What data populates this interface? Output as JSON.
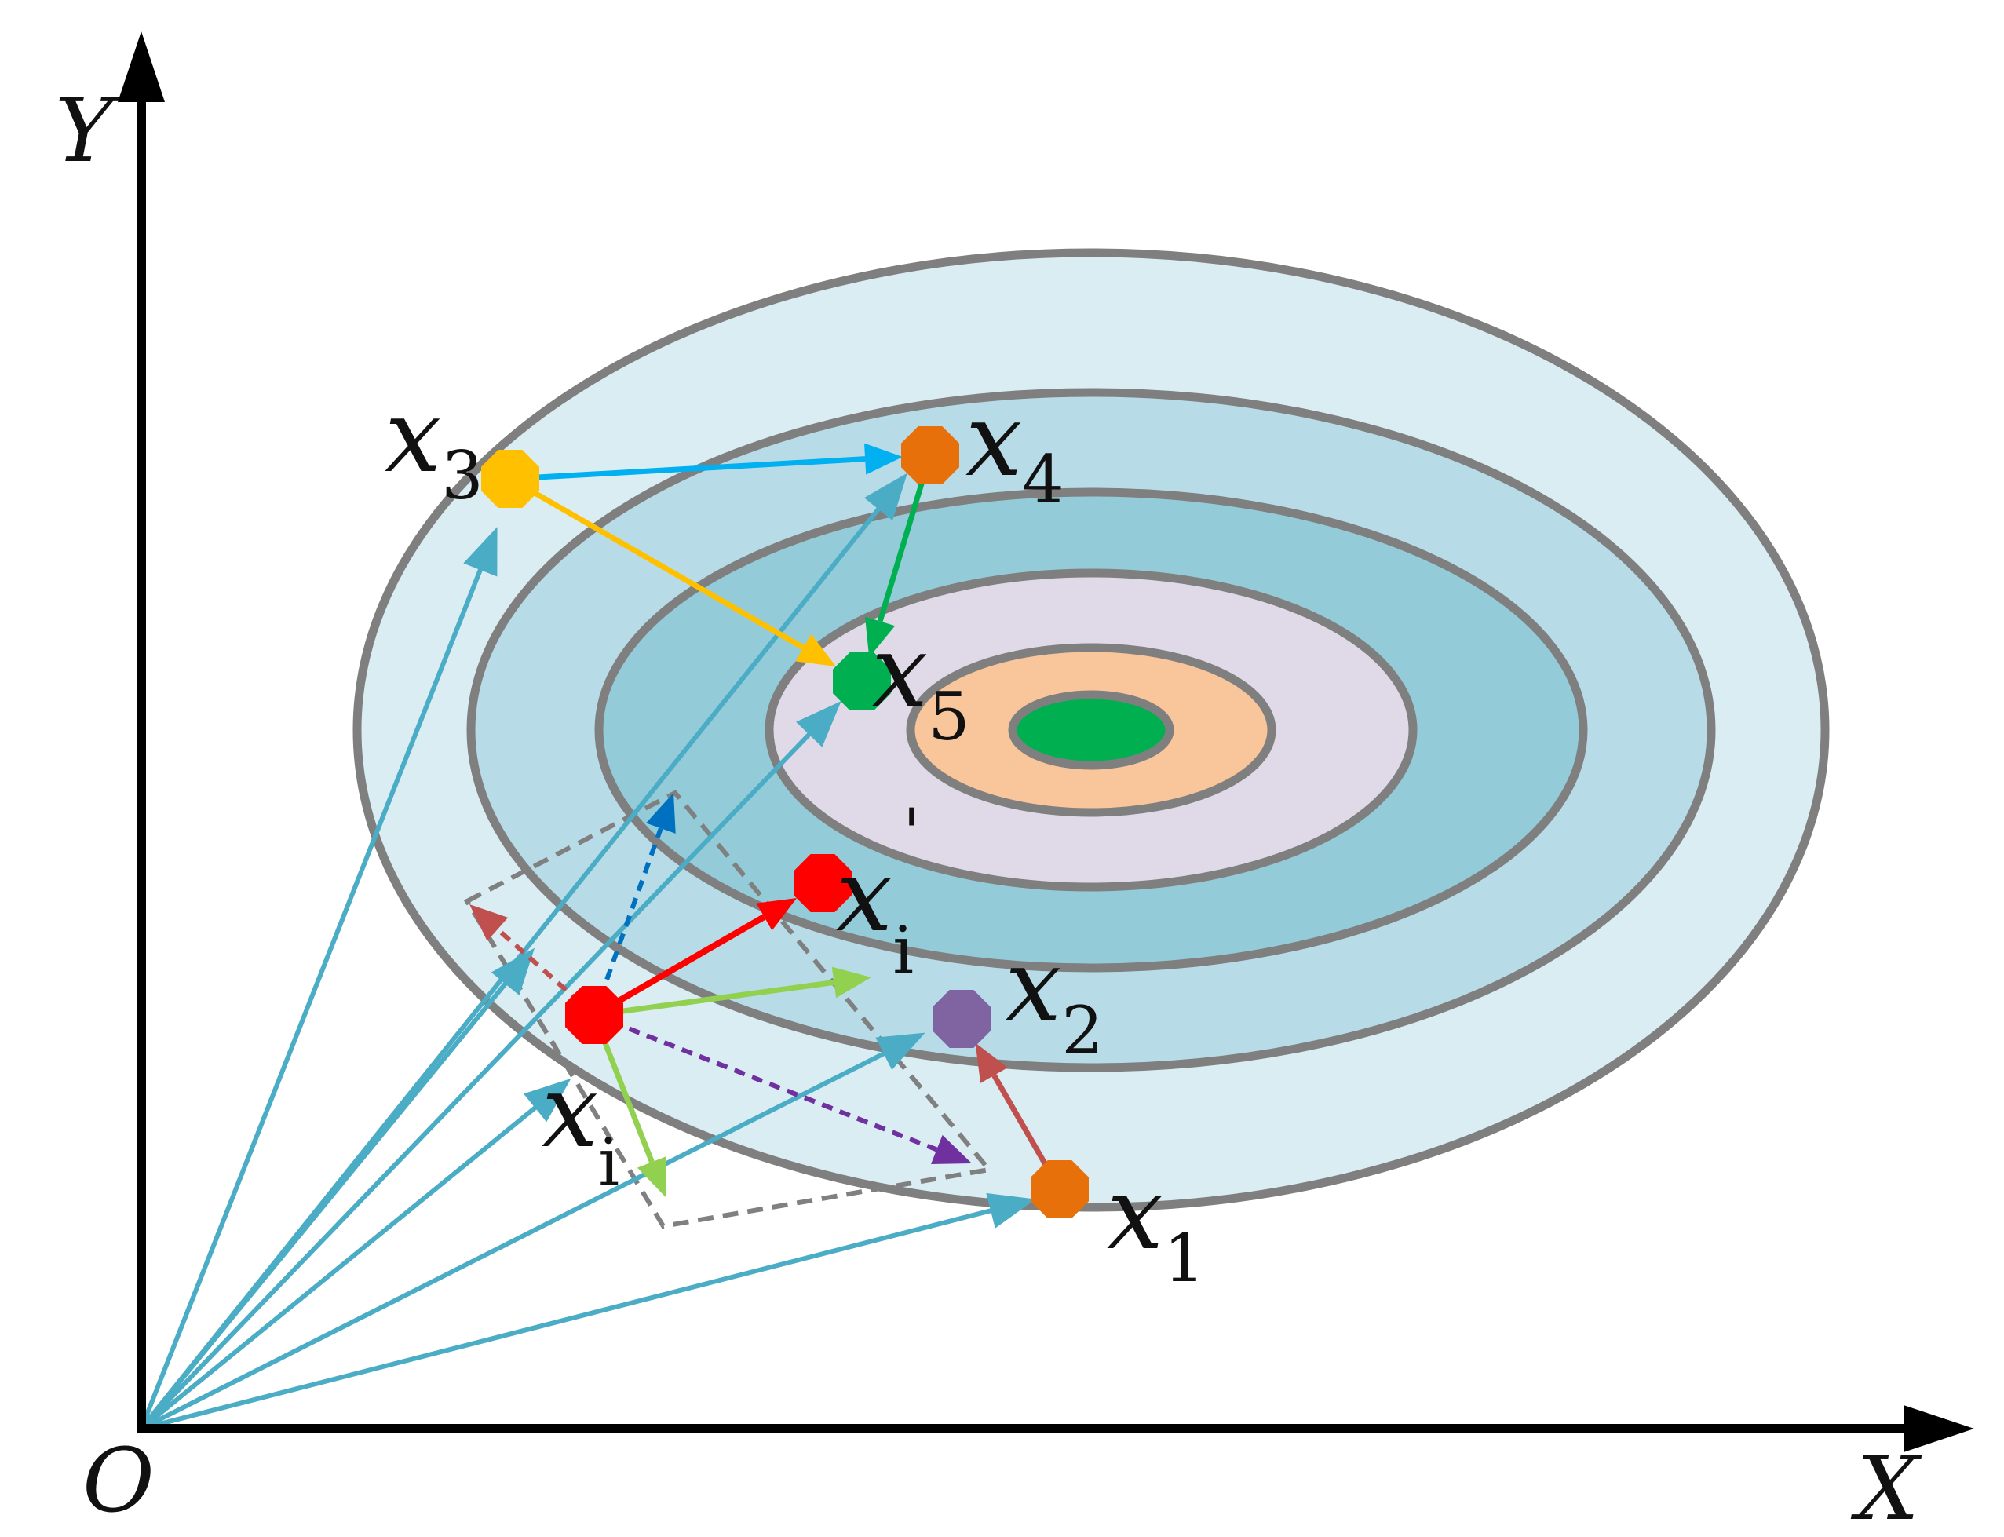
{
  "axes": {
    "origin_label": "O",
    "x_label": "X",
    "y_label": "Y"
  },
  "points": {
    "x1": {
      "main": "x",
      "sub": "1"
    },
    "x2": {
      "main": "x",
      "sub": "2"
    },
    "x3": {
      "main": "x",
      "sub": "3"
    },
    "x4": {
      "main": "x",
      "sub": "4"
    },
    "x5": {
      "main": "x",
      "sub": "5"
    },
    "xi": {
      "main": "x",
      "sub": "i"
    },
    "xi_prime": {
      "main": "x",
      "sub": "i",
      "prime": "'"
    }
  },
  "colors": {
    "contour_outer": "#daedf3",
    "contour_2": "#b8dce7",
    "contour_3": "#94cbd9",
    "contour_4": "#e0dae8",
    "contour_5": "#f8c69a",
    "contour_core": "#00b050",
    "contour_stroke": "#7f7f7f",
    "vector_from_origin": "#4bacc6",
    "x1_x2_vector": "#c0504d",
    "x3_x4_vector": "#00b0f0",
    "x3_x5_vector": "#ffc000",
    "x4_x5_vector": "#00b050",
    "xi_to_xi_prime": "#ff0000",
    "xi_green_vectors": "#92d050",
    "dashed_blue": "#0070c0",
    "dashed_red": "#c0504d",
    "dashed_purple": "#7030a0",
    "dashed_box": "#808080",
    "point_x1": "#e8700a",
    "point_x2": "#8064a2",
    "point_x3": "#ffc000",
    "point_x4": "#e8700a",
    "point_x5": "#00b050",
    "point_xi": "#ff0000",
    "point_xi_prime": "#ff0000"
  }
}
